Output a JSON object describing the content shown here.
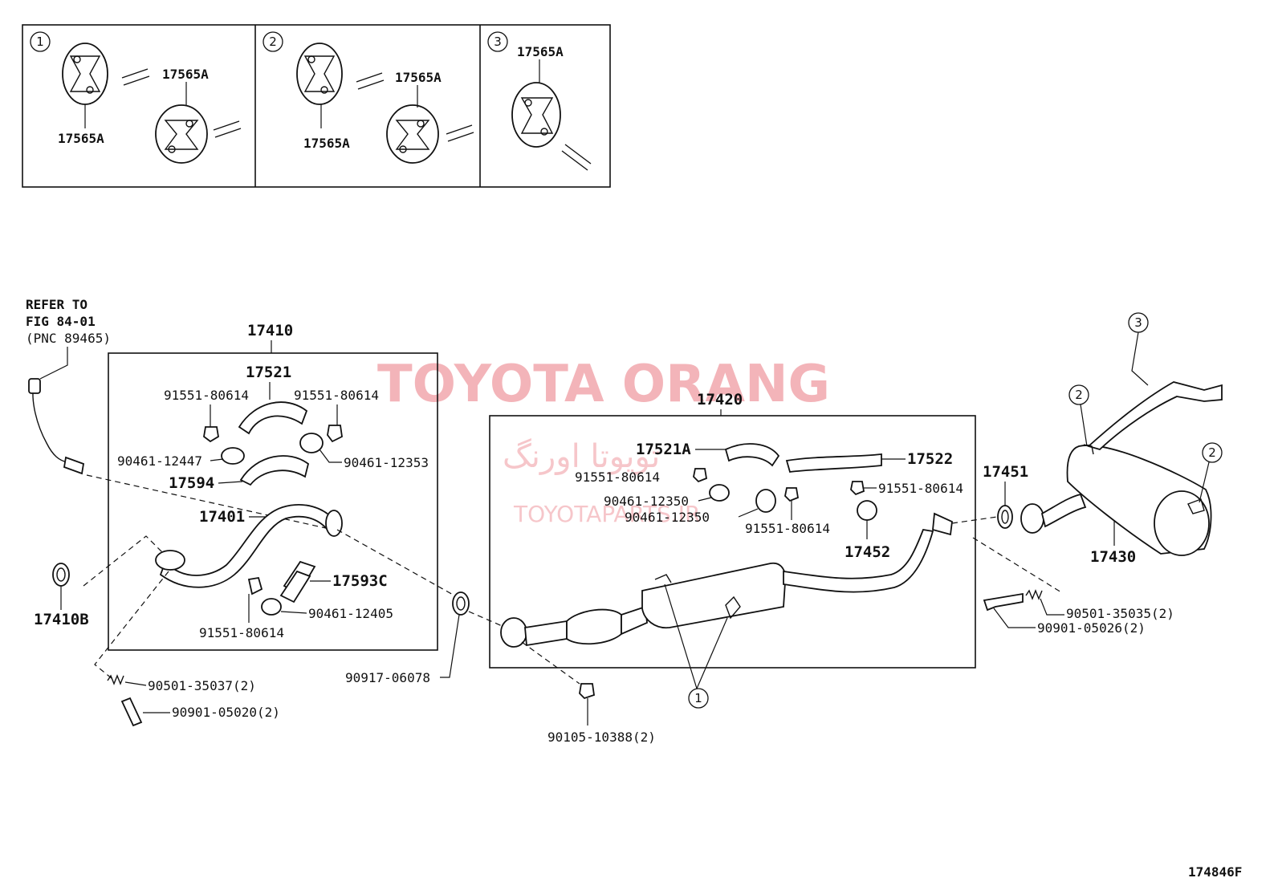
{
  "callouts": {
    "one": "1",
    "two": "2",
    "three": "3"
  },
  "inset": {
    "label_a": "17565A"
  },
  "reference": {
    "line1": "REFER TO",
    "line2": "FIG 84-01",
    "line3": "(PNC 89465)"
  },
  "groups": {
    "front": "17410",
    "center": "17420"
  },
  "parts": {
    "p17521": "17521",
    "p91551_80614": "91551-80614",
    "p90461_12447": "90461-12447",
    "p90461_12353": "90461-12353",
    "p17594": "17594",
    "p17401": "17401",
    "p17593C": "17593C",
    "p90461_12405": "90461-12405",
    "p17410B": "17410B",
    "p90501_35037": "90501-35037(2)",
    "p90901_05020": "90901-05020(2)",
    "p90917_06078": "90917-06078",
    "p90105_10388": "90105-10388(2)",
    "p17521A": "17521A",
    "p17522": "17522",
    "p90461_12350": "90461-12350",
    "p17452": "17452",
    "p17451": "17451",
    "p17430": "17430",
    "p90501_35035": "90501-35035(2)",
    "p90901_05026": "90901-05026(2)"
  },
  "watermark": {
    "brand": "TOYOTA ORANG",
    "arabic": "تويوتا اورنگ",
    "url": "TOYOTAPARTS.IR"
  },
  "figure_id": "174846F"
}
